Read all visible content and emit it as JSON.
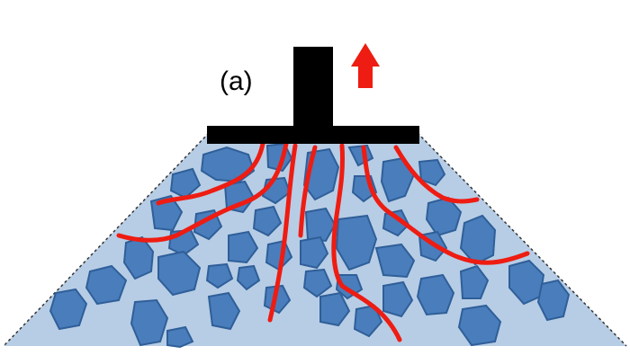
{
  "panel_label": "(a)",
  "colors": {
    "soil_fill": "#b7cde5",
    "aggregate_fill": "#4a7dbb",
    "aggregate_stroke": "#2f5f99",
    "crack": "#ee1c12",
    "anchor": "#000000",
    "arrow": "#ee1c12",
    "outline_dash": "#333333"
  },
  "elements": {
    "soil_wedge": "soil-wedge",
    "anchor": "anchor",
    "pull_arrow": "pull-arrow-icon",
    "aggregates": "aggregate",
    "cracks": "crack-line"
  }
}
